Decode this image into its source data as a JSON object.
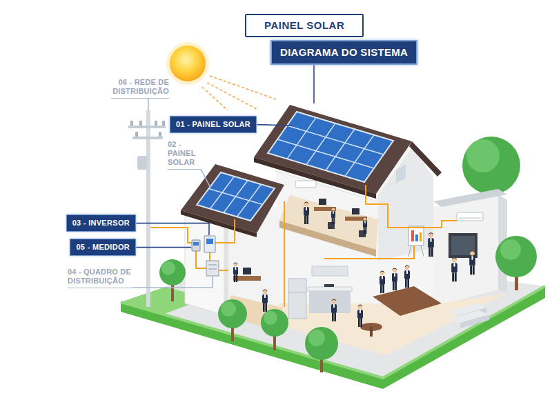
{
  "diagram": {
    "nodes": [
      {
        "text": [
          "PAINEL SOLAR"
        ]
      },
      {
        "text": [
          "DIAGRAMA DO SISTEMA"
        ]
      },
      {
        "text": [
          "01 - PAINEL SOLAR"
        ]
      },
      {
        "text": [
          "03 - INVERSOR"
        ]
      },
      {
        "text": [
          "05 - MEDIDOR"
        ]
      }
    ],
    "labels": [
      "06 - REDE DE DISTRIBUIÇÃO",
      "02 - PAINEL SOLAR",
      "04 - QUADRO DE DISTRIBUIÇÃO"
    ]
  }
}
